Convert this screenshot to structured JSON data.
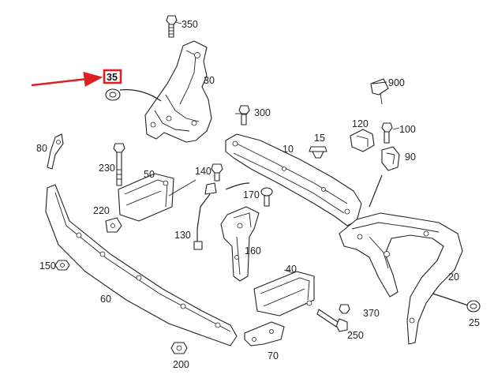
{
  "diagram": {
    "highlight_color": "#e02020",
    "line_color": "#222222",
    "highlighted_part": "35",
    "parts": [
      {
        "id": "350"
      },
      {
        "id": "35"
      },
      {
        "id": "30"
      },
      {
        "id": "900"
      },
      {
        "id": "300"
      },
      {
        "id": "120"
      },
      {
        "id": "100"
      },
      {
        "id": "15"
      },
      {
        "id": "10"
      },
      {
        "id": "80"
      },
      {
        "id": "90"
      },
      {
        "id": "230"
      },
      {
        "id": "50"
      },
      {
        "id": "140"
      },
      {
        "id": "170"
      },
      {
        "id": "220"
      },
      {
        "id": "130"
      },
      {
        "id": "160"
      },
      {
        "id": "150"
      },
      {
        "id": "40"
      },
      {
        "id": "20"
      },
      {
        "id": "60"
      },
      {
        "id": "370"
      },
      {
        "id": "25"
      },
      {
        "id": "250"
      },
      {
        "id": "200"
      },
      {
        "id": "70"
      }
    ]
  }
}
